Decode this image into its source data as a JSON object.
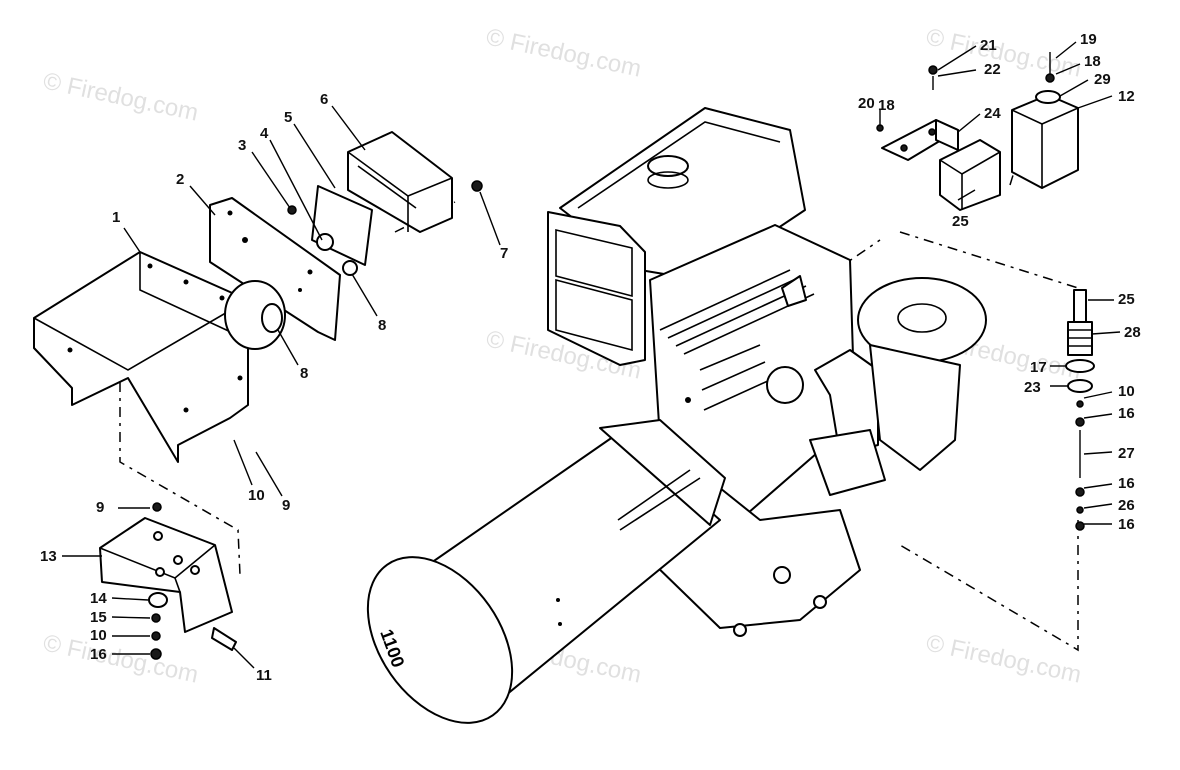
{
  "watermark": "© Firedog.com",
  "generator_model_text": "1100",
  "callouts": [
    "1",
    "2",
    "3",
    "4",
    "5",
    "6",
    "7",
    "8",
    "8",
    "9",
    "9",
    "10",
    "10",
    "11",
    "13",
    "14",
    "15",
    "16",
    "12",
    "17",
    "18",
    "18",
    "19",
    "20",
    "21",
    "22",
    "23",
    "24",
    "25",
    "25",
    "26",
    "27",
    "28",
    "29",
    "10",
    "16",
    "16",
    "16"
  ]
}
